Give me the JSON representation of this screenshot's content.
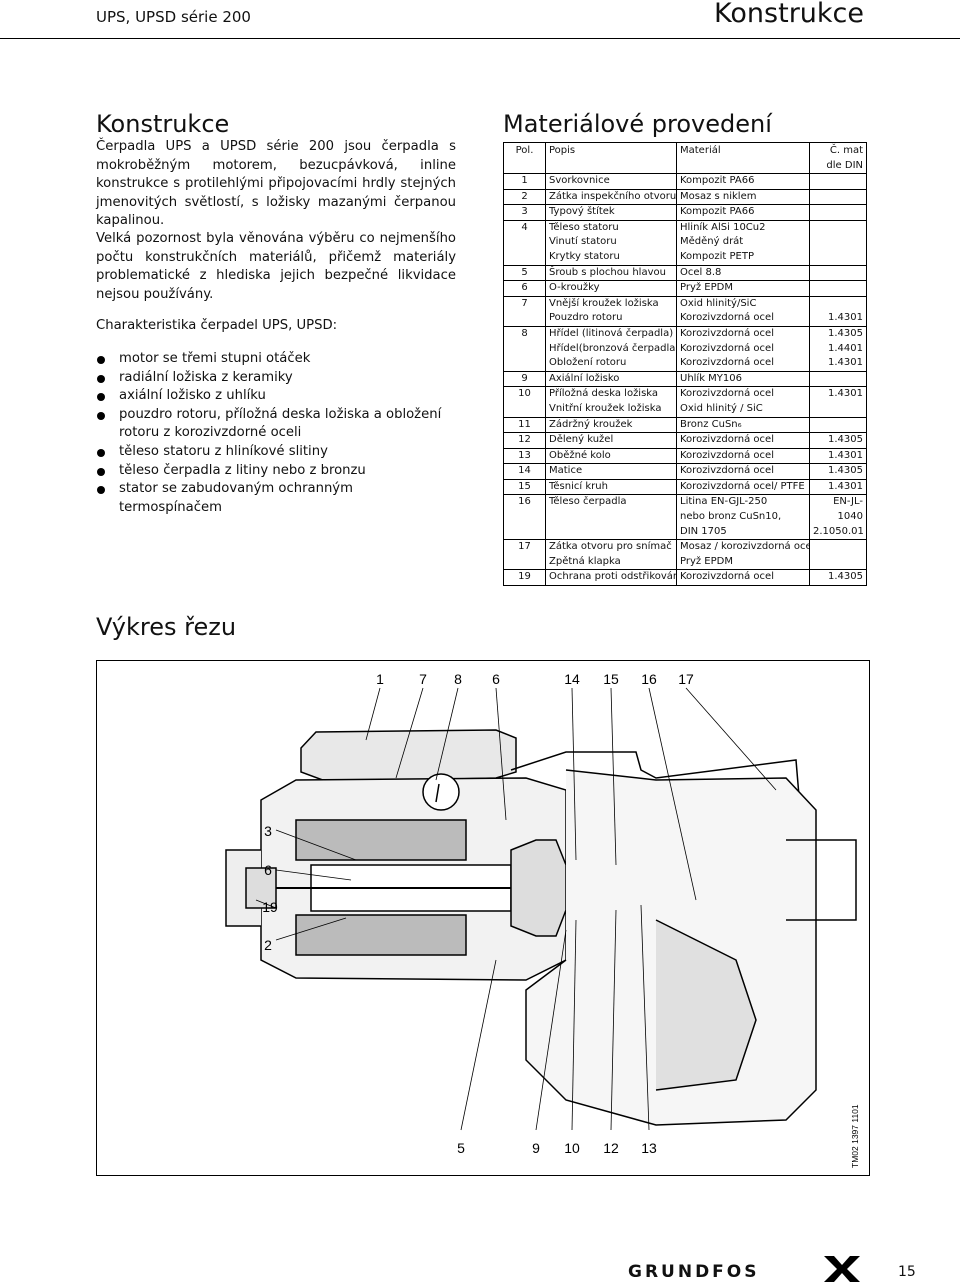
{
  "header": {
    "left": "UPS, UPSD série 200",
    "right": "Konstrukce"
  },
  "left": {
    "title": "Konstrukce",
    "p1": "Čerpadla UPS a UPSD série 200 jsou čerpadla s mokroběžným motorem, bezucpávková, inline konstrukce s protilehlými připojovacími hrdly stejných jmenovitých světlostí, s ložisky mazanými čerpanou kapalinou.",
    "p2": "Velká pozornost byla věnována výběru co nejmenšího počtu konstrukčních materiálů, přičemž materiály problematické z hlediska jejich bezpečné likvidace nejsou používány.",
    "p3": "Charakteristika čerpadel UPS, UPSD:",
    "bullets": [
      "motor se třemi stupni otáček",
      "radiální ložiska z keramiky",
      "axiální ložisko z uhlíku",
      "pouzdro rotoru, příložná deska ložiska a obložení rotoru z korozivzdorné oceli",
      "těleso statoru z hliníkové slitiny",
      "těleso čerpadla z litiny nebo z bronzu",
      "stator se zabudovaným ochranným termospínačem"
    ]
  },
  "materials": {
    "title": "Materiálové provedení",
    "headers": [
      "Pol.",
      "Popis",
      "Materiál",
      "Č. mat\ndle DIN"
    ],
    "rows": [
      {
        "top": true,
        "c": [
          "1",
          "Svorkovnice",
          "Kompozit PA66",
          ""
        ]
      },
      {
        "top": true,
        "c": [
          "2",
          "Zátka inspekčního otvoru",
          "Mosaz s niklem",
          ""
        ]
      },
      {
        "top": true,
        "c": [
          "3",
          "Typový štítek",
          "Kompozit PA66",
          ""
        ]
      },
      {
        "top": true,
        "c": [
          "4",
          "Těleso statoru",
          "Hliník AlSi 10Cu2",
          ""
        ]
      },
      {
        "top": false,
        "c": [
          "",
          "Vinutí statoru",
          "Měděný drát",
          ""
        ]
      },
      {
        "top": false,
        "c": [
          "",
          "Krytky statoru",
          "Kompozit PETP",
          ""
        ]
      },
      {
        "top": true,
        "c": [
          "5",
          "Šroub s plochou hlavou",
          "Ocel 8.8",
          ""
        ]
      },
      {
        "top": true,
        "c": [
          "6",
          "O-kroužky",
          "Pryž EPDM",
          ""
        ]
      },
      {
        "top": true,
        "c": [
          "7",
          "Vnější kroužek ložiska",
          "Oxid hlinitý/SiC",
          ""
        ]
      },
      {
        "top": false,
        "c": [
          "",
          "Pouzdro rotoru",
          "Korozivzdorná ocel",
          "1.4301"
        ]
      },
      {
        "top": true,
        "c": [
          "8",
          "Hřídel (litinová čerpadla)",
          "Korozivzdorná ocel",
          "1.4305"
        ]
      },
      {
        "top": false,
        "c": [
          "",
          "Hřídel(bronzová čerpadla)",
          "Korozivzdorná ocel",
          "1.4401"
        ]
      },
      {
        "top": false,
        "c": [
          "",
          "Obložení rotoru",
          "Korozivzdorná ocel",
          "1.4301"
        ]
      },
      {
        "top": true,
        "c": [
          "9",
          "Axiální ložisko",
          "Uhlík MY106",
          ""
        ]
      },
      {
        "top": true,
        "c": [
          "10",
          "Příložná deska ložiska",
          "Korozivzdorná ocel",
          "1.4301"
        ]
      },
      {
        "top": false,
        "c": [
          "",
          "Vnitřní kroužek ložiska",
          "Oxid hlinitý / SiC",
          ""
        ]
      },
      {
        "top": true,
        "c": [
          "11",
          "Zádržný kroužek",
          "Bronz CuSn₆",
          ""
        ]
      },
      {
        "top": true,
        "c": [
          "12",
          "Dělený kužel",
          "Korozivzdorná ocel",
          "1.4305"
        ]
      },
      {
        "top": true,
        "c": [
          "13",
          "Oběžné kolo",
          "Korozivzdorná ocel",
          "1.4301"
        ]
      },
      {
        "top": true,
        "c": [
          "14",
          "Matice",
          "Korozivzdorná ocel",
          "1.4305"
        ]
      },
      {
        "top": true,
        "c": [
          "15",
          "Těsnicí kruh",
          "Korozivzdorná ocel/ PTFE",
          "1.4301"
        ]
      },
      {
        "top": true,
        "c": [
          "16",
          "Těleso čerpadla",
          "Litina EN-GJL-250",
          "EN-JL-"
        ]
      },
      {
        "top": false,
        "c": [
          "",
          "",
          "nebo bronz CuSn10,",
          "1040"
        ]
      },
      {
        "top": false,
        "c": [
          "",
          "",
          "DIN 1705",
          "2.1050.01"
        ]
      },
      {
        "top": true,
        "c": [
          "17",
          "Zátka otvoru pro snímač",
          "Mosaz / korozivzdorná ocel",
          ""
        ]
      },
      {
        "top": false,
        "c": [
          "",
          "Zpětná klapka",
          "Pryž EPDM",
          ""
        ]
      },
      {
        "top": true,
        "c": [
          "19",
          "Ochrana proti odstřikování",
          "Korozivzdorná ocel",
          "1.4305"
        ]
      }
    ]
  },
  "drawing": {
    "title": "Výkres řezu",
    "top_labels": [
      "1",
      "7",
      "8",
      "6",
      "14",
      "15",
      "16",
      "17"
    ],
    "left_labels": [
      "3",
      "6",
      "19",
      "2"
    ],
    "bottom_labels": [
      "5",
      "9",
      "10",
      "12",
      "13"
    ],
    "code": "TM02 1397 1101"
  },
  "footer": {
    "brand": "GRUNDFOS",
    "page": "15"
  }
}
